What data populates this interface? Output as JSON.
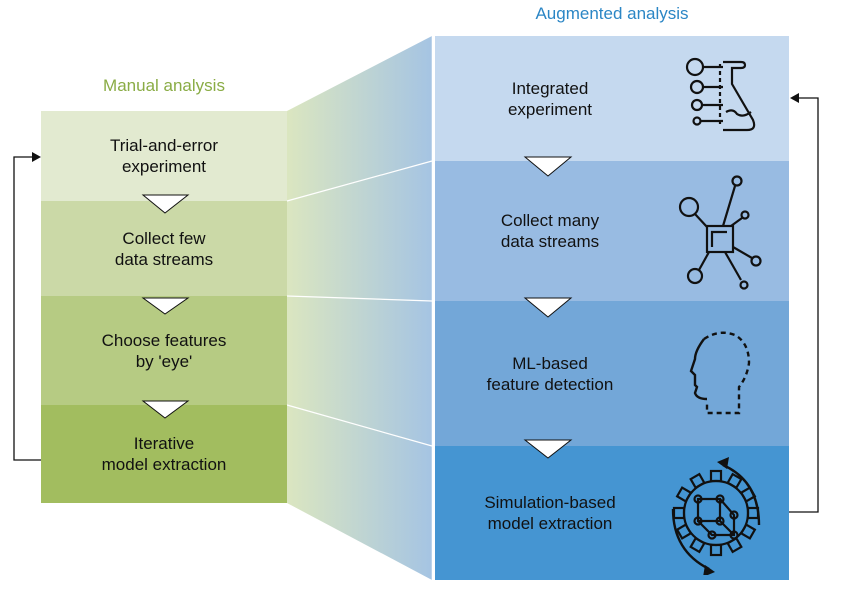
{
  "manual": {
    "title": "Manual analysis",
    "steps": [
      {
        "label": "Trial-and-error\nexperiment",
        "color": "#e2ead0"
      },
      {
        "label": "Collect few\ndata streams",
        "color": "#cbd9a7"
      },
      {
        "label": "Choose features\nby 'eye'",
        "color": "#b6cb83"
      },
      {
        "label": "Iterative\nmodel extraction",
        "color": "#a2bd5f"
      }
    ]
  },
  "augmented": {
    "title": "Augmented analysis",
    "steps": [
      {
        "label": "Integrated\nexperiment",
        "color": "#c5d9ef",
        "icon": "flask-sensor-icon"
      },
      {
        "label": "Collect many\ndata streams",
        "color": "#98bbe2",
        "icon": "network-hub-icon"
      },
      {
        "label": "ML-based\nfeature detection",
        "color": "#73a7d8",
        "icon": "head-profile-icon"
      },
      {
        "label": "Simulation-based\nmodel extraction",
        "color": "#4595d2",
        "icon": "gear-cycle-icon"
      }
    ]
  },
  "colors": {
    "manual_accent": "#8aac45",
    "augmented_accent": "#2b86c5",
    "connector_left": "#dbe6c0",
    "connector_right": "#a5c4e3"
  }
}
